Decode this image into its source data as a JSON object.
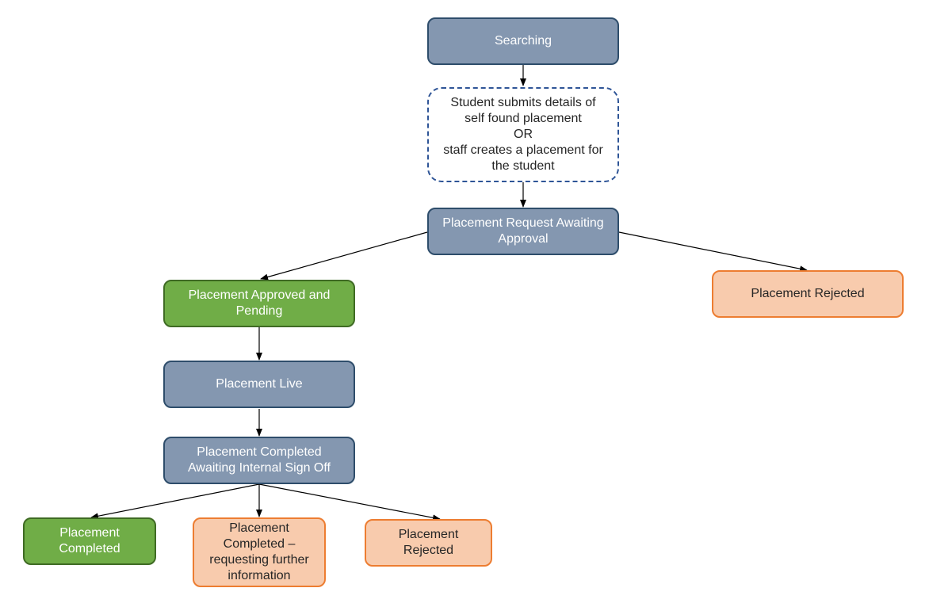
{
  "diagram": {
    "colors": {
      "state_fill": "#8497b0",
      "state_border": "#2e4d6b",
      "success_fill": "#70ad47",
      "success_border": "#3f6b24",
      "reject_fill": "#f8cbad",
      "reject_border": "#ed7d31",
      "action_border": "#2f5597",
      "connector": "#000000"
    },
    "nodes": {
      "searching": {
        "label": "Searching",
        "style": "state"
      },
      "submit_details": {
        "label": "Student submits details of\nself found placement\nOR\nstaff creates a placement for\nthe student",
        "style": "action"
      },
      "awaiting_approval": {
        "label": "Placement Request Awaiting\nApproval",
        "style": "state"
      },
      "rejected_top": {
        "label": "Placement Rejected",
        "style": "reject"
      },
      "approved_pending": {
        "label": "Placement Approved and\nPending",
        "style": "success"
      },
      "live": {
        "label": "Placement Live",
        "style": "state"
      },
      "completed_awaiting": {
        "label": "Placement Completed\nAwaiting Internal Sign Off",
        "style": "state"
      },
      "completed": {
        "label": "Placement\nCompleted",
        "style": "success"
      },
      "completed_further_info": {
        "label": "Placement\nCompleted –\nrequesting further\ninformation",
        "style": "reject"
      },
      "rejected_bottom": {
        "label": "Placement\nRejected",
        "style": "reject"
      }
    },
    "edges": [
      {
        "from": "searching",
        "to": "submit_details"
      },
      {
        "from": "submit_details",
        "to": "awaiting_approval"
      },
      {
        "from": "awaiting_approval",
        "to": "approved_pending"
      },
      {
        "from": "awaiting_approval",
        "to": "rejected_top"
      },
      {
        "from": "approved_pending",
        "to": "live"
      },
      {
        "from": "live",
        "to": "completed_awaiting"
      },
      {
        "from": "completed_awaiting",
        "to": "completed"
      },
      {
        "from": "completed_awaiting",
        "to": "completed_further_info"
      },
      {
        "from": "completed_awaiting",
        "to": "rejected_bottom"
      }
    ]
  }
}
